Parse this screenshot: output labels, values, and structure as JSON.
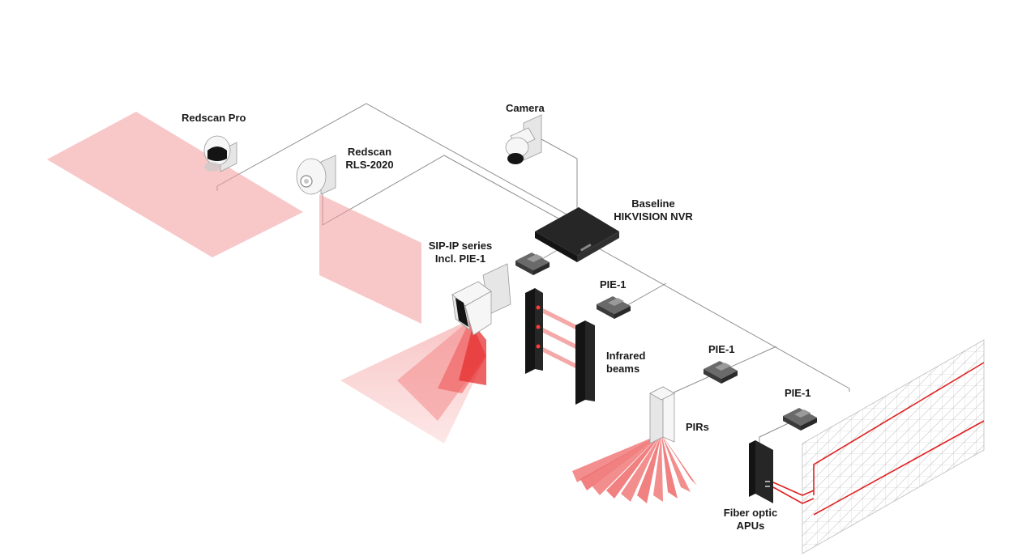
{
  "labels": {
    "redscan_pro": "Redscan Pro",
    "redscan_rls_line1": "Redscan",
    "redscan_rls_line2": "RLS-2020",
    "camera": "Camera",
    "nvr_line1": "Baseline",
    "nvr_line2": "HIKVISION NVR",
    "sip_line1": "SIP-IP series",
    "sip_line2": "Incl. PIE-1",
    "pie1_a": "PIE-1",
    "pie1_b": "PIE-1",
    "pie1_c": "PIE-1",
    "infrared_line1": "Infrared",
    "infrared_line2": "beams",
    "pirs": "PIRs",
    "fiber_line1": "Fiber optic",
    "fiber_line2": "APUs"
  },
  "colors": {
    "detection_zone": "#f39a9a",
    "fiber_line": "#e02020",
    "wire": "#8f8f8f",
    "device_dark": "#262626",
    "device_light": "#e6e6e6"
  }
}
